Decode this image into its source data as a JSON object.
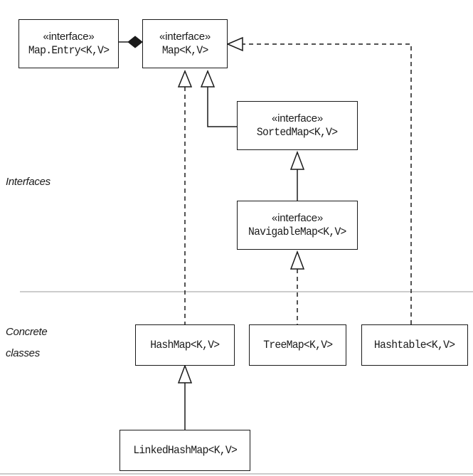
{
  "section_labels": {
    "interfaces": "Interfaces",
    "concrete_line1": "Concrete",
    "concrete_line2": "classes"
  },
  "boxes": {
    "map_entry": {
      "stereotype": "«interface»",
      "name": "Map.Entry<K,V>"
    },
    "map": {
      "stereotype": "«interface»",
      "name": "Map<K,V>"
    },
    "sorted_map": {
      "stereotype": "«interface»",
      "name": "SortedMap<K,V>"
    },
    "navigable_map": {
      "stereotype": "«interface»",
      "name": "NavigableMap<K,V>"
    },
    "hash_map": {
      "name": "HashMap<K,V>"
    },
    "tree_map": {
      "name": "TreeMap<K,V>"
    },
    "hashtable": {
      "name": "Hashtable<K,V>"
    },
    "linked_hash_map": {
      "name": "LinkedHashMap<K,V>"
    }
  }
}
